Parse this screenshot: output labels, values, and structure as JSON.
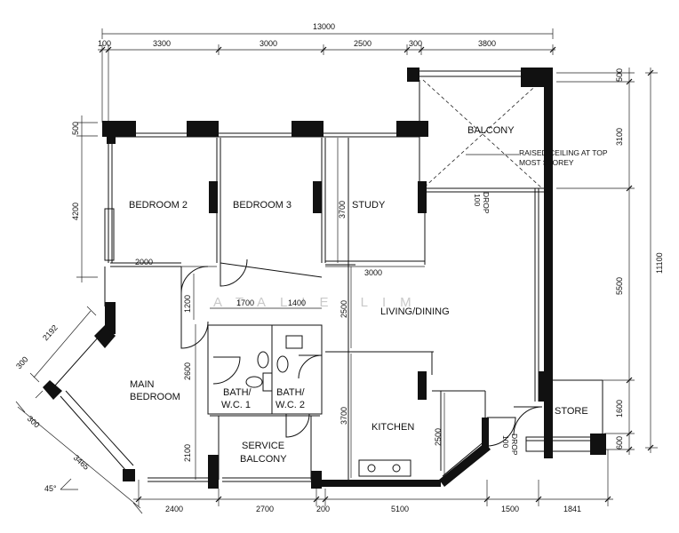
{
  "rooms": {
    "bedroom2": "BEDROOM 2",
    "bedroom3": "BEDROOM 3",
    "study": "STUDY",
    "balcony": "BALCONY",
    "living_dining": "LIVING/DINING",
    "main_bedroom_1": "MAIN",
    "main_bedroom_2": "BEDROOM",
    "bath1_1": "BATH/",
    "bath1_2": "W.C. 1",
    "bath2_1": "BATH/",
    "bath2_2": "W.C. 2",
    "kitchen": "KITCHEN",
    "service_balcony_1": "SERVICE",
    "service_balcony_2": "BALCONY",
    "store": "STORE"
  },
  "notes": {
    "raised_ceiling_1": "RAISED CEILING AT TOP",
    "raised_ceiling_2": "MOST STOREY",
    "drop_balcony_1": "100",
    "drop_balcony_2": "DROP",
    "drop_store_1": "100",
    "drop_store_2": "DROP",
    "angle": "45°",
    "watermark": "ATALIE LIM"
  },
  "dimensions": {
    "top_total": "13000",
    "top": [
      "100",
      "3300",
      "3000",
      "2500",
      "300",
      "3800"
    ],
    "left": [
      "500",
      "4200"
    ],
    "right_outer": "11100",
    "right_inner": [
      "500",
      "3100",
      "5500",
      "1600",
      "600"
    ],
    "bottom": [
      "2400",
      "2700",
      "200",
      "5100",
      "1500",
      "1841"
    ],
    "diag": [
      "2192",
      "300",
      "300",
      "3465"
    ],
    "interior": {
      "d2000": "2000",
      "d3000": "3000",
      "d3700_study": "3700",
      "d1200": "1200",
      "d1700": "1700",
      "d1400": "1400",
      "d2500_living": "2500",
      "d2600": "2600",
      "d3700_kitchen": "3700",
      "d2500_kitchen": "2500",
      "d2100": "2100"
    }
  }
}
